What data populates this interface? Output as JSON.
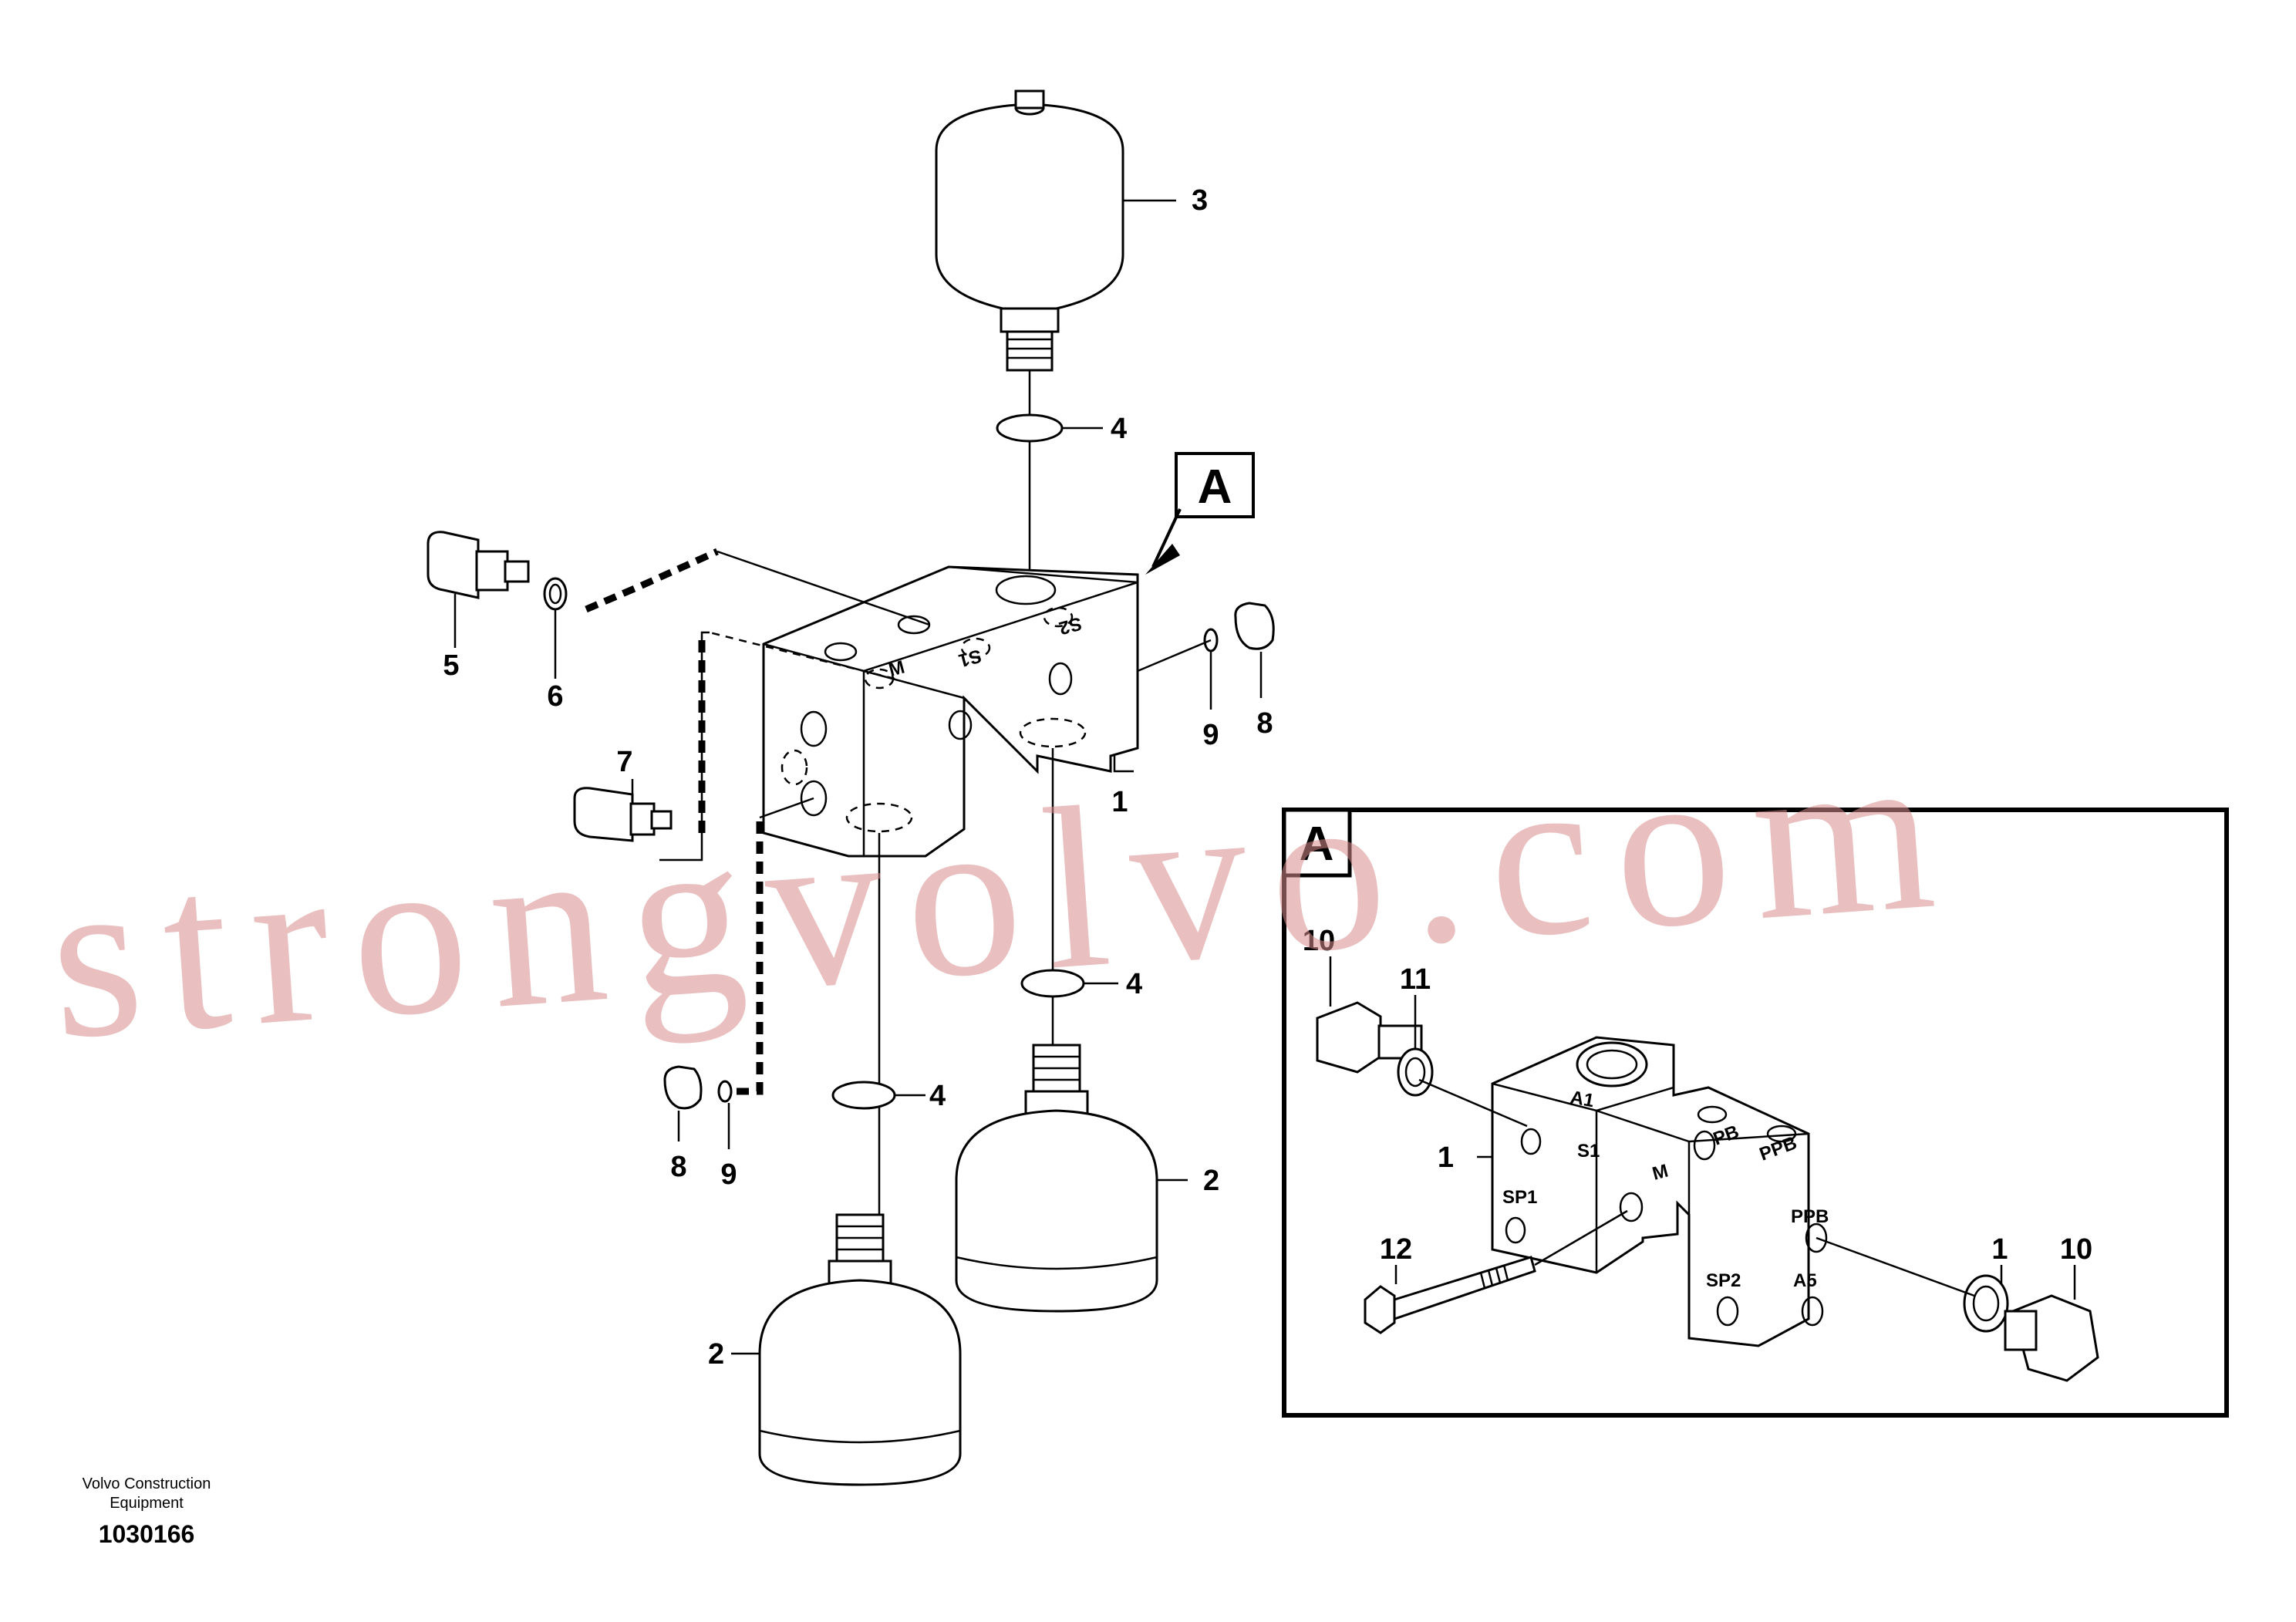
{
  "callouts": {
    "c1_main": "1",
    "c2_left": "2",
    "c2_right": "2",
    "c3": "3",
    "c4_top": "4",
    "c4_mid": "4",
    "c4_low": "4",
    "c5": "5",
    "c6": "6",
    "c7": "7",
    "c8_right": "8",
    "c8_left": "8",
    "c9_right": "9",
    "c9_left": "9"
  },
  "detail_ref": "A",
  "detail": {
    "title": "A",
    "c1_left": "1",
    "c1_right": "1",
    "c10_left": "10",
    "c10_right": "10",
    "c11": "11",
    "c12": "12",
    "ports": {
      "a1": "A1",
      "pb": "PB",
      "ppb": "PPB",
      "s1": "S1",
      "m": "M",
      "sp1": "SP1",
      "sp2": "SP2",
      "a5": "A5",
      "ppb2": "PPB"
    }
  },
  "main_ports": {
    "m": "M",
    "s1": "S1",
    "s2": "S2"
  },
  "watermark": "strongvolvo.com",
  "footer": {
    "company_line1": "Volvo Construction",
    "company_line2": "Equipment",
    "drawing_number": "1030166"
  }
}
